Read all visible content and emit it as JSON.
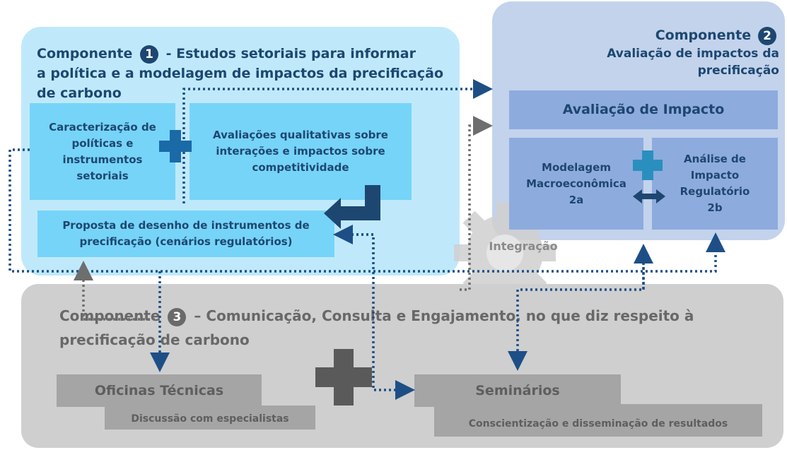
{
  "component1": {
    "label": "Componente",
    "number": "1",
    "title_part1": "- Estudos setoriais para informar",
    "title_part2": "a política e a modelagem de impactos da precificação",
    "title_part3": "de carbono",
    "box_char": "Caracterização de políticas e instrumentos setoriais",
    "box_qual": "Avaliações qualitativas sobre interações e impactos sobre competitividade",
    "box_prop": "Proposta de desenho de instrumentos de precificação (cenários regulatórios)"
  },
  "component2": {
    "label": "Componente",
    "number": "2",
    "title_line1": "Avaliação de impactos da",
    "title_line2": "precificação",
    "box_aval": "Avaliação de Impacto",
    "box_modl": "Modelagem Macroeconômica 2a",
    "box_anal": "Análise de Impacto Regulatório 2b"
  },
  "component3": {
    "label": "Componente",
    "number": "3",
    "title_part1": "– Comunicação, Consulta e Engajamento, no que diz respeito à",
    "title_part2": "precificação de carbono",
    "oficinas": "Oficinas Técnicas",
    "oficinas_sub": "Discussão com especialistas",
    "seminarios": "Seminários",
    "seminarios_sub": "Conscientização e disseminação de resultados"
  },
  "integration_label": "Integração",
  "colors": {
    "dark_blue": "#1d4770",
    "light_blue_panel": "#bfe9fb",
    "cyan_box": "#76d4f8",
    "lavender_panel": "#c3d3ec",
    "periwinkle_box": "#8eabde",
    "grey_panel": "#cfcfcf",
    "grey_box": "#a5a5a5",
    "plus_blue": "#1a6aa8",
    "plus_teal": "#2a8fbf",
    "plus_grey": "#5a5a5a",
    "dot_blue": "#1d4f86",
    "dot_grey": "#7a7a7a"
  },
  "icons": [
    "plus-icon",
    "gear-icon",
    "double-arrow-icon",
    "elbow-arrow-icon"
  ]
}
